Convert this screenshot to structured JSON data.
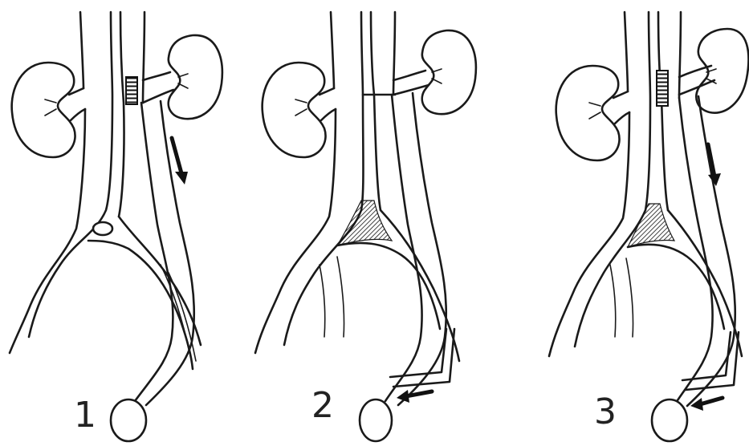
{
  "panels": [
    {
      "label": "1"
    },
    {
      "label": "2"
    },
    {
      "label": "3"
    }
  ]
}
